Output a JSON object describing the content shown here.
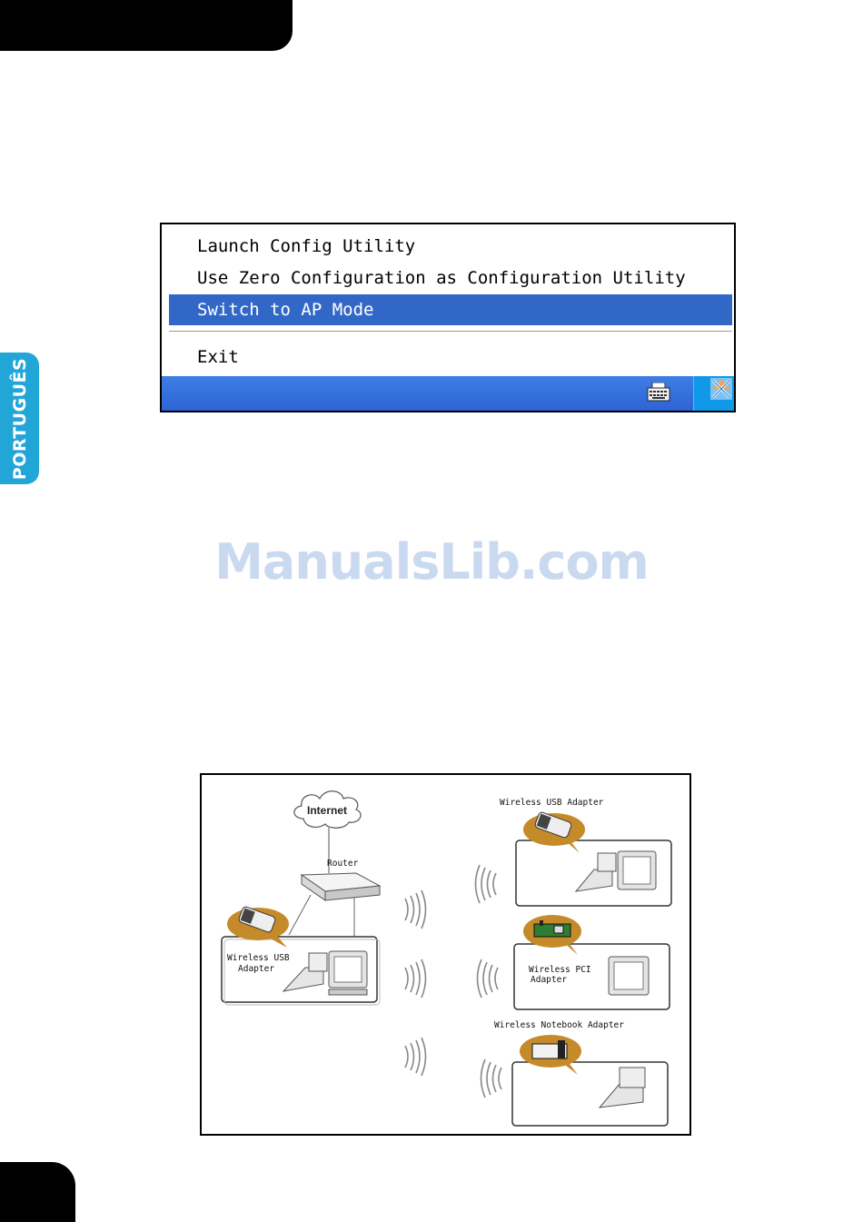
{
  "sidebar": {
    "language_tab": "PORTUGUÊS"
  },
  "context_menu": {
    "items": [
      {
        "label": "Launch Config Utility",
        "selected": false
      },
      {
        "label": "Use Zero Configuration as Configuration Utility",
        "selected": false
      },
      {
        "label": "Switch to AP Mode",
        "selected": true
      },
      {
        "label": "Exit",
        "selected": false
      }
    ],
    "taskbar_icons": [
      "keyboard-icon",
      "wireless-utility-tray-icon"
    ]
  },
  "watermark": "ManualsLib.com",
  "diagram": {
    "internet": "Internet",
    "router": "Router",
    "left_adapter": {
      "line1": "Wireless USB",
      "line2": "Adapter"
    },
    "top_right_adapter": "Wireless USB Adapter",
    "mid_right_adapter": {
      "line1": "Wireless PCI",
      "line2": "Adapter"
    },
    "bottom_right_adapter": "Wireless Notebook Adapter"
  },
  "colors": {
    "menu_highlight": "#3168c8",
    "taskbar": "#2d64d4",
    "language_tab": "#22a6d8",
    "callout": "#c58a2a"
  }
}
